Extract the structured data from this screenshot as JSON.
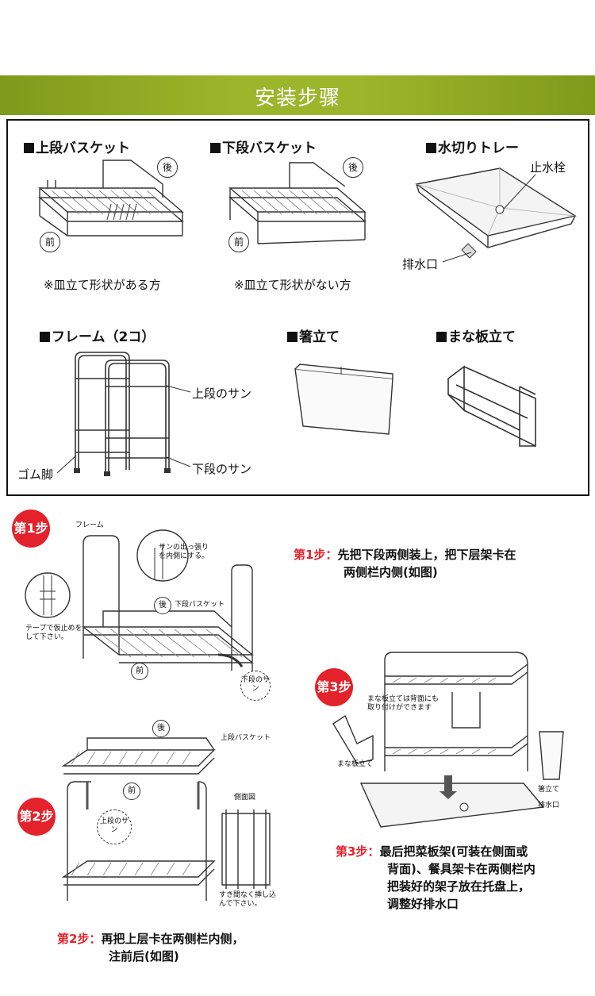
{
  "header": {
    "title": "安装步骤",
    "accent": "#9cb62b"
  },
  "parts": {
    "upper_basket": {
      "title": "上段バスケット",
      "back": "後",
      "front": "前",
      "note": "※皿立て形状がある方"
    },
    "lower_basket": {
      "title": "下段バスケット",
      "back": "後",
      "front": "前",
      "note": "※皿立て形状がない方"
    },
    "tray": {
      "title": "水切りトレー",
      "stopper": "止水栓",
      "drain": "排水口"
    },
    "frame": {
      "title": "フレーム（2コ）",
      "upper_bar": "上段のサン",
      "lower_bar": "下段のサン",
      "feet": "ゴム脚"
    },
    "chopsticks": {
      "title": "箸立て"
    },
    "board": {
      "title": "まな板立て"
    }
  },
  "steps": {
    "step1": {
      "badge": "第1步",
      "label": "第1步：",
      "line1": "先把下段两侧装上，把下层架卡在",
      "line2": "两侧栏内侧(如图)",
      "callouts": {
        "frame": "フレーム",
        "bubble": "サンの出っ張りを内側にする。",
        "tape": "テープで仮止めをして下さい。",
        "back": "後",
        "basket": "下段バスケット",
        "front": "前",
        "bar": "下段のサン"
      }
    },
    "step2": {
      "badge": "第2步",
      "label": "第2步：",
      "line1": "再把上层卡在两侧栏内侧，",
      "line2": "注前后(如图)",
      "callouts": {
        "back": "後",
        "basket": "上段バスケット",
        "front": "前",
        "bar": "上段のサン",
        "side": "側面図",
        "hint": "すき間なく挿し込んで下さい。"
      }
    },
    "step3": {
      "badge": "第3步",
      "label": "第3步：",
      "line1": "最后把菜板架(可装在侧面或",
      "line2": "背面)、餐具架卡在两侧栏内",
      "line3": "把装好的架子放在托盘上，",
      "line4": "调整好排水口",
      "callouts": {
        "board_note": "まな板立ては背面にも取り付けができます",
        "board": "まな板立て",
        "chopsticks": "箸立て",
        "drain": "排水口"
      }
    }
  }
}
